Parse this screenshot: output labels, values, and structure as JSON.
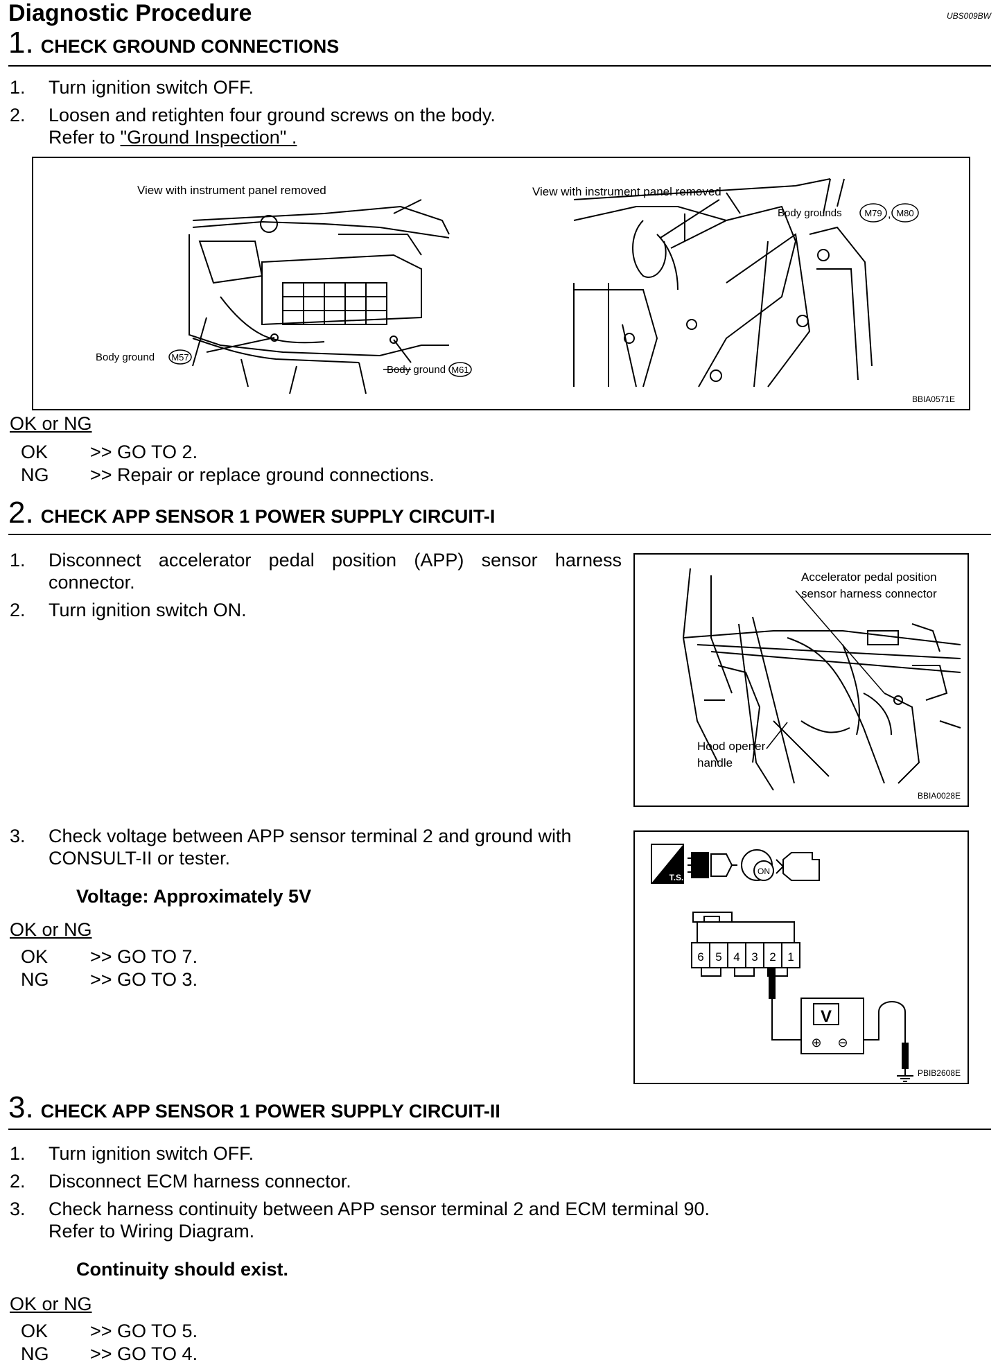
{
  "header": {
    "title": "Diagnostic Procedure",
    "code": "UBS009BW"
  },
  "steps": [
    {
      "num": "1.",
      "title": "CHECK GROUND CONNECTIONS",
      "items": [
        {
          "n": "1.",
          "text": "Turn ignition switch OFF."
        },
        {
          "n": "2.",
          "text": "Loosen and retighten four ground screws on the body.",
          "ref_prefix": "Refer to ",
          "ref_link": "\"Ground Inspection\" ."
        }
      ],
      "figure": {
        "code": "BBIA0571E",
        "left_caption": "View with instrument panel removed",
        "right_caption": "View with instrument panel removed",
        "label_body_ground_m57": "Body ground",
        "label_m57": "M57",
        "label_body_ground_m61": "Body ground",
        "label_m61": "M61",
        "label_body_grounds": "Body grounds",
        "label_m79": "M79",
        "label_m80": "M80",
        "label_comma": ","
      },
      "okng": {
        "heading": "OK or NG",
        "ok_k": "OK",
        "ok_v": ">> GO TO 2.",
        "ng_k": "NG",
        "ng_v": ">> Repair or replace ground connections."
      }
    },
    {
      "num": "2.",
      "title": "CHECK APP SENSOR 1 POWER SUPPLY CIRCUIT-I",
      "items": [
        {
          "n": "1.",
          "text": "Disconnect accelerator pedal position (APP) sensor harness connector."
        },
        {
          "n": "2.",
          "text": "Turn ignition switch ON."
        },
        {
          "n": "3.",
          "text": "Check voltage between APP sensor terminal 2 and ground with CONSULT-II or tester."
        }
      ],
      "figure1": {
        "code": "BBIA0028E",
        "label_app_1": "Accelerator pedal position",
        "label_app_2": "sensor harness connector",
        "label_hood_1": "Hood opener",
        "label_hood_2": "handle"
      },
      "spec": "Voltage: Approximately 5V",
      "figure2": {
        "code": "PBIB2608E",
        "ts_label": "T.S.",
        "on_label": "ON",
        "terminals": [
          "6",
          "5",
          "4",
          "3",
          "2",
          "1"
        ],
        "meter_label": "V",
        "plus": "⊕",
        "minus": "⊖"
      },
      "okng": {
        "heading": "OK or NG",
        "ok_k": "OK",
        "ok_v": ">> GO TO 7.",
        "ng_k": "NG",
        "ng_v": ">> GO TO 3."
      }
    },
    {
      "num": "3.",
      "title": "CHECK APP SENSOR 1 POWER SUPPLY CIRCUIT-II",
      "items": [
        {
          "n": "1.",
          "text": "Turn ignition switch OFF."
        },
        {
          "n": "2.",
          "text": "Disconnect ECM harness connector."
        },
        {
          "n": "3.",
          "text": "Check harness continuity between APP sensor terminal 2 and ECM terminal 90.",
          "ref_text": "Refer to Wiring Diagram."
        }
      ],
      "spec": "Continuity should exist.",
      "okng": {
        "heading": "OK or NG",
        "ok_k": "OK",
        "ok_v": ">> GO TO 5.",
        "ng_k": "NG",
        "ng_v": ">> GO TO 4."
      }
    }
  ]
}
